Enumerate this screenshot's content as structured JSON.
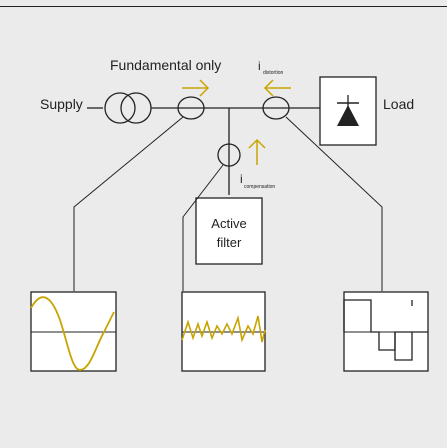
{
  "labels": {
    "fundamental_only": "Fundamental only",
    "i_distortion_main": "i",
    "i_distortion_sub": "distortion",
    "supply": "Supply",
    "load": "Load",
    "i_compensation_main": "i",
    "i_compensation_sub": "compensation",
    "active_filter_line1": "Active",
    "active_filter_line2": "filter"
  },
  "colors": {
    "line": "#222222",
    "accent": "#c8a400",
    "background": "#ebebeb",
    "box": "#ffffff"
  }
}
